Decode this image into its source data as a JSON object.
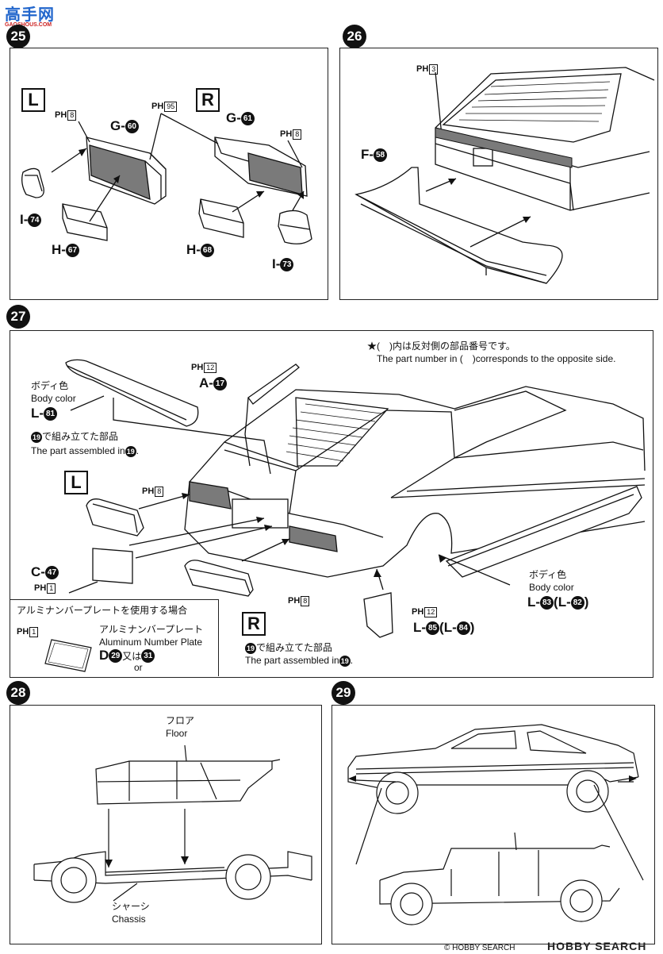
{
  "header": {
    "logo_text": "高手网",
    "logo_sub": "GAOSHOUS.COM"
  },
  "steps": {
    "s25": {
      "num": "25",
      "left_badge": "L",
      "right_badge": "R",
      "ph_a": "PH",
      "ph_a_box": "8",
      "ph_b": "PH",
      "ph_b_box": "95",
      "ph_c": "PH",
      "ph_c_box": "8",
      "g60": "G-",
      "g60_n": "60",
      "g61": "G-",
      "g61_n": "61",
      "i74": "I-",
      "i74_n": "74",
      "h67": "H-",
      "h67_n": "67",
      "h68": "H-",
      "h68_n": "68",
      "i73": "I-",
      "i73_n": "73"
    },
    "s26": {
      "num": "26",
      "ph": "PH",
      "ph_box": "3",
      "f58": "F-",
      "f58_n": "58"
    },
    "s27": {
      "num": "27",
      "note_jp": "★(　)内は反対側の部品番号です。",
      "note_en": "The part number in (　)corresponds to the opposite side.",
      "body_color_jp_1": "ボディ色",
      "body_color_en_1": "Body color",
      "l81": "L-",
      "l81_n": "81",
      "assembled_jp_1": "で組み立てた部品",
      "assembled_en_1": "The part assembled in",
      "ref19": "19",
      "ph12a": "PH",
      "ph12a_box": "12",
      "a17": "A-",
      "a17_n": "17",
      "badge_l": "L",
      "ph8a": "PH",
      "ph8a_box": "8",
      "c47": "C-",
      "c47_n": "47",
      "ph1a": "PH",
      "ph1a_box": "1",
      "ph8b": "PH",
      "ph8b_box": "8",
      "badge_r": "R",
      "plate_box_title": "アルミナンバープレートを使用する場合",
      "ph1b": "PH",
      "ph1b_box": "1",
      "plate_jp": "アルミナンバープレート",
      "plate_en": "Aluminum Number Plate",
      "d_label": "D",
      "d29": "29",
      "d_or_jp": "又は",
      "d31": "31",
      "d_or_en": "or",
      "assembled_jp_2": "で組み立てた部品",
      "assembled_en_2": "The part assembled in",
      "ph12b": "PH",
      "ph12b_box": "12",
      "l85": "L-",
      "l85_n": "85",
      "l84_pre": "(L-",
      "l84_n": "84",
      "l84_post": ")",
      "body_color_jp_2": "ボディ色",
      "body_color_en_2": "Body color",
      "l83": "L-",
      "l83_n": "83",
      "l82_pre": "(L-",
      "l82_n": "82",
      "l82_post": ")"
    },
    "s28": {
      "num": "28",
      "floor_jp": "フロア",
      "floor_en": "Floor",
      "chassis_jp": "シャーシ",
      "chassis_en": "Chassis"
    },
    "s29": {
      "num": "29"
    }
  },
  "footer": {
    "copyright": "© HOBBY SEARCH",
    "brand": "HOBBY SEARCH"
  },
  "colors": {
    "ink": "#111111",
    "tail_gray": "#7a7a7a",
    "panel_border": "#222222"
  }
}
